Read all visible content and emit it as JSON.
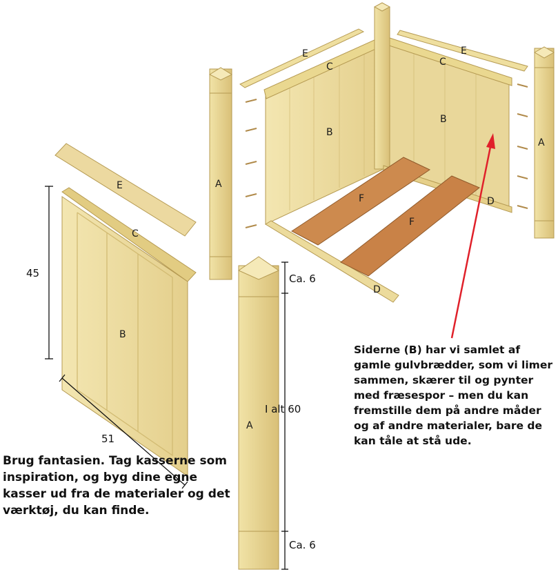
{
  "parts": {
    "post": "A",
    "side_panel": "B",
    "top_rail": "C",
    "bottom_rail": "D",
    "cap_strip": "E",
    "floor_board": "F"
  },
  "dimensions": {
    "height": "45",
    "width": "51",
    "post_top": "Ca. 6",
    "post_total": "I alt 60",
    "post_bottom": "Ca. 6"
  },
  "notes": {
    "sides_text": "Siderne (B) har vi samlet af gamle gulvbrædder, som vi limer sammen, skærer til og pynter med fræsespor – men du kan fremstille dem på andre måder og af andre materialer, bare de kan tåle at stå ude.",
    "fantasy_text": "Brug fantasien. Tag kasserne som inspiration, og byg dine egne kasser ud fra de materialer og det værktøj, du kan finde."
  },
  "colors": {
    "wood_light": "#efe0a6",
    "wood_mid": "#e2cd86",
    "wood_dark": "#c9ad5f",
    "floor_wood": "#cd8a4e",
    "arrow": "#e0202a"
  }
}
